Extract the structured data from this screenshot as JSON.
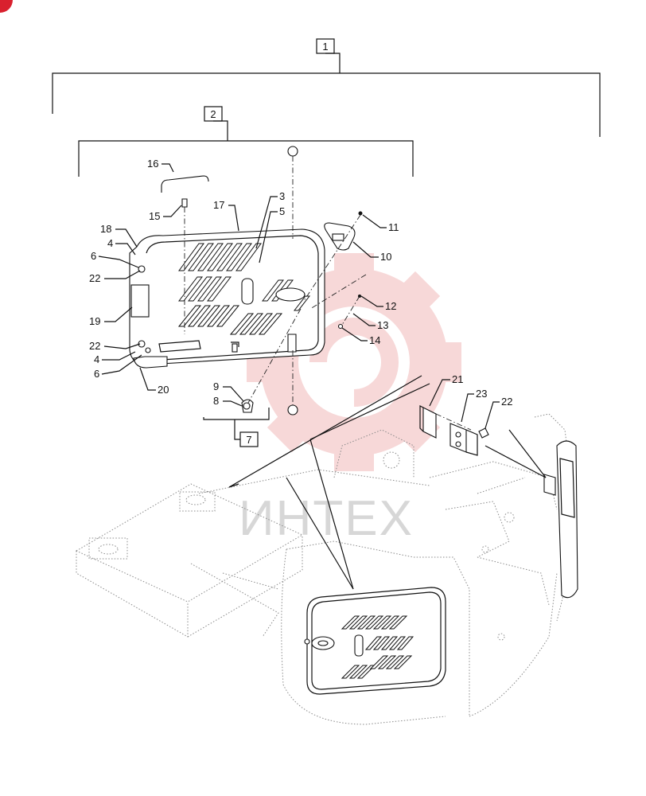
{
  "colors": {
    "watermark": "#f2b9b9",
    "badge": "#d9202e",
    "line": "#111111",
    "ghost": "#8a8a8a"
  },
  "watermark": {
    "text": "ИНТЕХ"
  },
  "assemblies": [
    {
      "label": "1"
    },
    {
      "label": "2"
    },
    {
      "label": "7"
    }
  ],
  "callouts": [
    {
      "label": "16"
    },
    {
      "label": "15"
    },
    {
      "label": "17"
    },
    {
      "label": "3"
    },
    {
      "label": "5"
    },
    {
      "label": "18"
    },
    {
      "label": "4"
    },
    {
      "label": "6"
    },
    {
      "label": "22"
    },
    {
      "label": "19"
    },
    {
      "label": "22"
    },
    {
      "label": "4"
    },
    {
      "label": "6"
    },
    {
      "label": "20"
    },
    {
      "label": "11"
    },
    {
      "label": "10"
    },
    {
      "label": "12"
    },
    {
      "label": "13"
    },
    {
      "label": "14"
    },
    {
      "label": "9"
    },
    {
      "label": "8"
    },
    {
      "label": "21"
    },
    {
      "label": "23"
    },
    {
      "label": "22"
    }
  ]
}
